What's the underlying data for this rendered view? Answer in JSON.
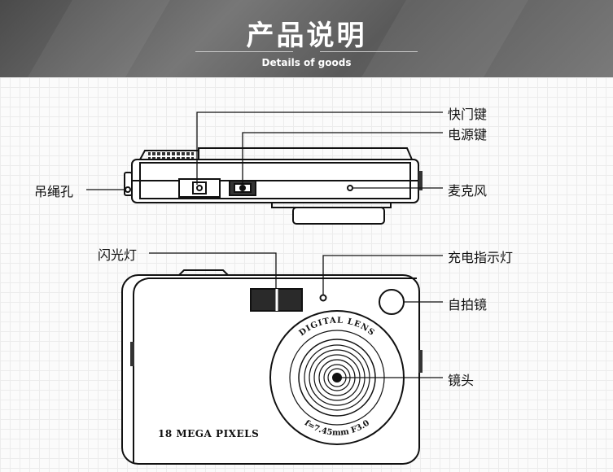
{
  "header": {
    "title": "产品说明",
    "subtitle": "Details of goods"
  },
  "labels": {
    "shutter": "快门键",
    "power": "电源键",
    "strap_hole": "吊绳孔",
    "microphone": "麦克风",
    "flash": "闪光灯",
    "charge_indicator": "充电指示灯",
    "selfie_mirror": "自拍镜",
    "lens": "镜头"
  },
  "camera_text": {
    "digital_lens": "DIGITAL LENS",
    "focal": "f=7.45mm F3.0",
    "megapixels": "18 MEGA PIXELS"
  },
  "colors": {
    "banner": "#5e5e5e",
    "line": "#111111"
  }
}
